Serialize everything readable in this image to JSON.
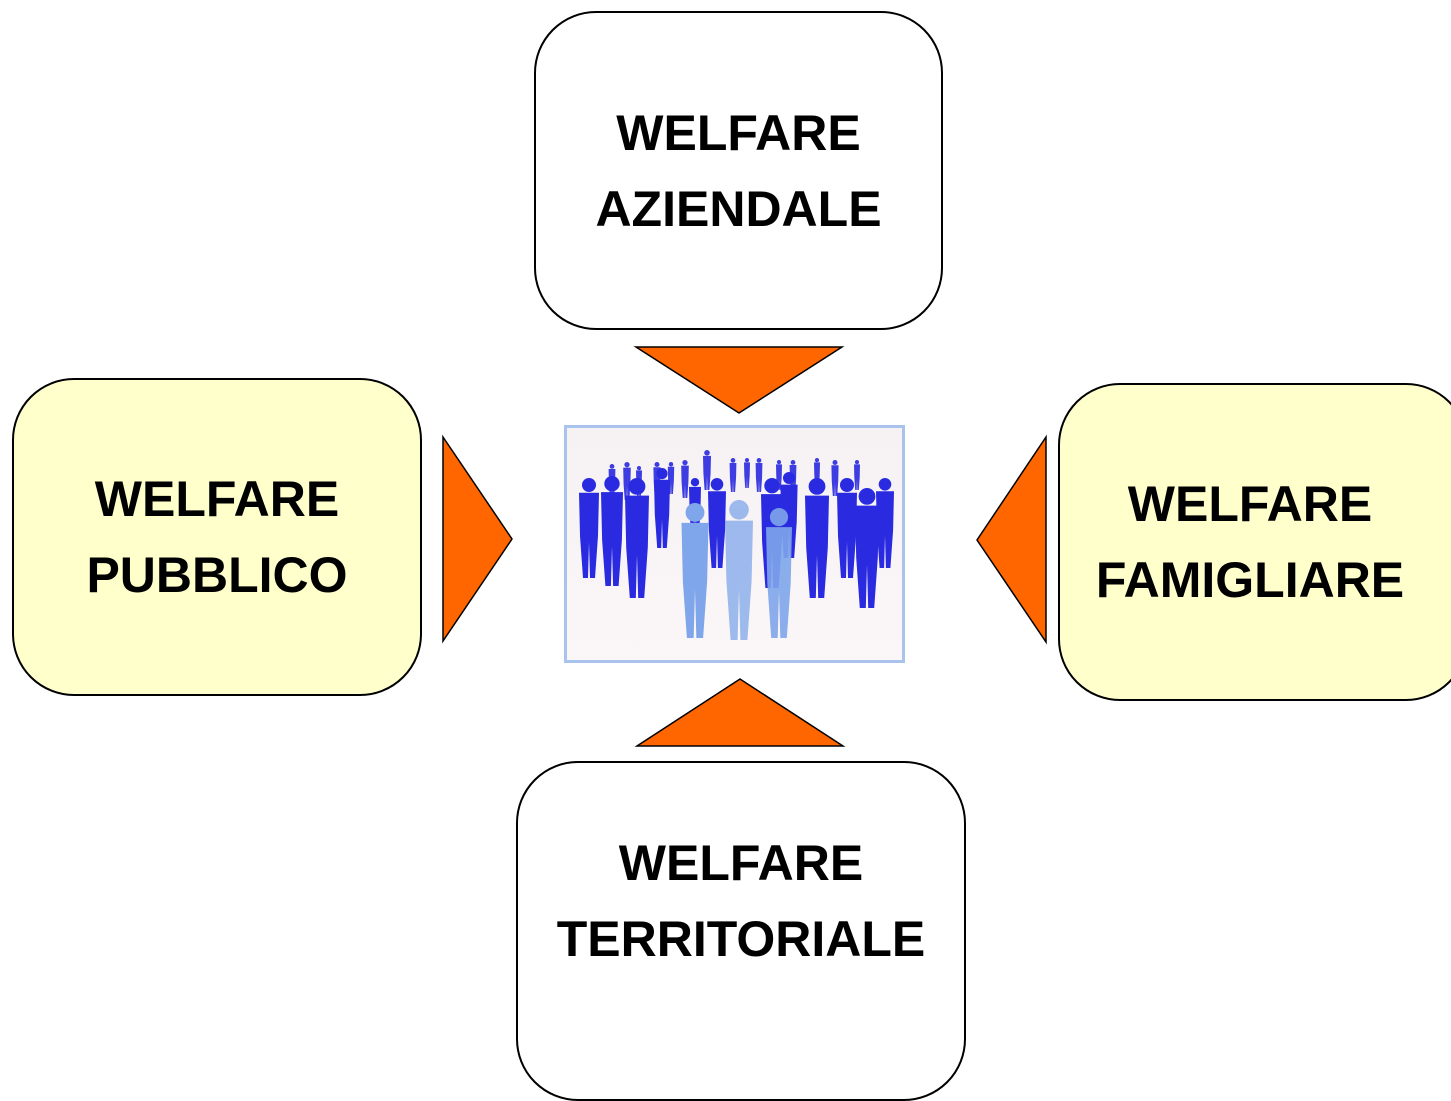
{
  "diagram": {
    "top": {
      "line1": "WELFARE",
      "line2": "AZIENDALE"
    },
    "left": {
      "line1": "WELFARE",
      "line2": "PUBBLICO"
    },
    "right": {
      "line1": "WELFARE",
      "line2": "FAMIGLIARE"
    },
    "bottom": {
      "line1": "WELFARE",
      "line2": "TERRITORIALE"
    }
  },
  "center_image": {
    "icon": "crowd-of-people-icon"
  },
  "colors": {
    "arrow_fill": "#ff6600",
    "box_yellow": "#ffffcc",
    "box_white": "#ffffff",
    "crowd_dark": "#2a2ae0",
    "crowd_light": "#7fa6ea",
    "image_border": "#a8c4ec"
  }
}
